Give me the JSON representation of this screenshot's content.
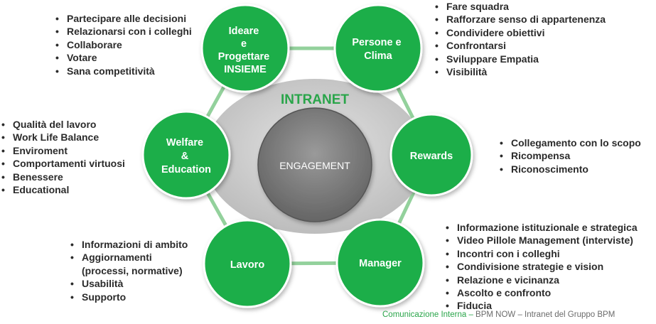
{
  "center": {
    "hub_label": "INTRANET",
    "core_label": "ENGAGEMENT"
  },
  "colors": {
    "node_green": "#1fae48",
    "hub_gray": "#c9c9c9",
    "core_gray": "#7d7d7d",
    "connector": "#93d19c"
  },
  "nodes": [
    {
      "lines": [
        "Ideare",
        "e",
        "Progettare",
        "INSIEME"
      ]
    },
    {
      "lines": [
        "Persone e",
        "Clima"
      ]
    },
    {
      "lines": [
        "Rewards"
      ]
    },
    {
      "lines": [
        "Manager"
      ]
    },
    {
      "lines": [
        "Lavoro"
      ]
    },
    {
      "lines": [
        "Welfare",
        "&",
        "Education"
      ]
    }
  ],
  "lists": {
    "ideare": [
      "Partecipare alle decisioni",
      "Relazionarsi con i colleghi",
      "Collaborare",
      "Votare",
      "Sana competitività"
    ],
    "persone": [
      "Fare squadra",
      "Rafforzare senso di appartenenza",
      "Condividere obiettivi",
      "Confrontarsi",
      "Sviluppare Empatia",
      "Visibilità"
    ],
    "rewards": [
      "Collegamento con lo scopo",
      "Ricompensa",
      "Riconoscimento"
    ],
    "manager": [
      "Informazione  istituzionale e strategica",
      "Video Pillole  Management (interviste)",
      "Incontri con i colleghi",
      "Condivisione strategie e vision",
      "Relazione e vicinanza",
      "Ascolto e confronto",
      "Fiducia"
    ],
    "lavoro": [
      "Informazioni di ambito",
      "Aggiornamenti (processi, normative)",
      "Usabilità",
      "Supporto"
    ],
    "welfare": [
      "Qualità del lavoro",
      "Work Life Balance",
      "Enviroment",
      "Comportamenti virtuosi",
      "Benessere",
      "Educational"
    ]
  },
  "footer": {
    "part1": "Comunicazione Interna –",
    "part2": " BPM NOW – Intranet del Gruppo BPM"
  }
}
